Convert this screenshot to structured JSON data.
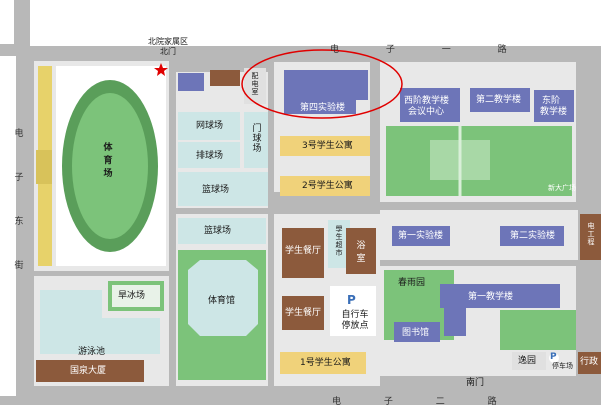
{
  "map": {
    "roads": {
      "north": "电 子 一 路",
      "south": "电 子 二 路",
      "west": "电子东街"
    },
    "gate_north": {
      "line1": "北院家属区",
      "line2": "北门"
    },
    "gate_south": "南门",
    "buildings": {
      "stadium": "体育场",
      "tennis": "网球场",
      "volleyball": "排球场",
      "gate_court": "门球场",
      "basketball1": "篮球场",
      "basketball2": "篮球场",
      "gym": "体育馆",
      "skating": "旱冰场",
      "pool": "游泳池",
      "hotel": "国泉大厦",
      "power_room": "配电室",
      "lab4": "第四实验楼",
      "west_teaching": "西阶教学楼",
      "west_teaching2": "会议中心",
      "teaching2": "第二教学楼",
      "east_teaching": "东阶",
      "east_teaching2": "教学楼",
      "dorm3": "3号学生公寓",
      "dorm2": "2号学生公寓",
      "dorm1": "1号学生公寓",
      "canteen1": "学生餐厅",
      "canteen2": "学生餐厅",
      "bathhouse": "浴室",
      "store": "學生超市",
      "lab1": "第一实验楼",
      "lab2": "第二实验楼",
      "chunyu": "春雨园",
      "teaching1": "第一教学楼",
      "library": "图书馆",
      "bike_parking": "自行车停放点",
      "parking_sign": "P",
      "yiyuan": "逸园",
      "admin": "行政",
      "parking2_sign": "P",
      "parking2": "停车场",
      "ruler": "电工程",
      "plaza": "新大广场"
    }
  },
  "colors": {
    "road": "#b3b3b3",
    "block": "#e6e6e6",
    "lavender": "#6d75b8",
    "court": "#cde6e6",
    "gold": "#f0d27a",
    "brown": "#8c5a3c",
    "green": "#7cc37a",
    "track": "#5a9e5a",
    "highlight": "#e00000"
  }
}
